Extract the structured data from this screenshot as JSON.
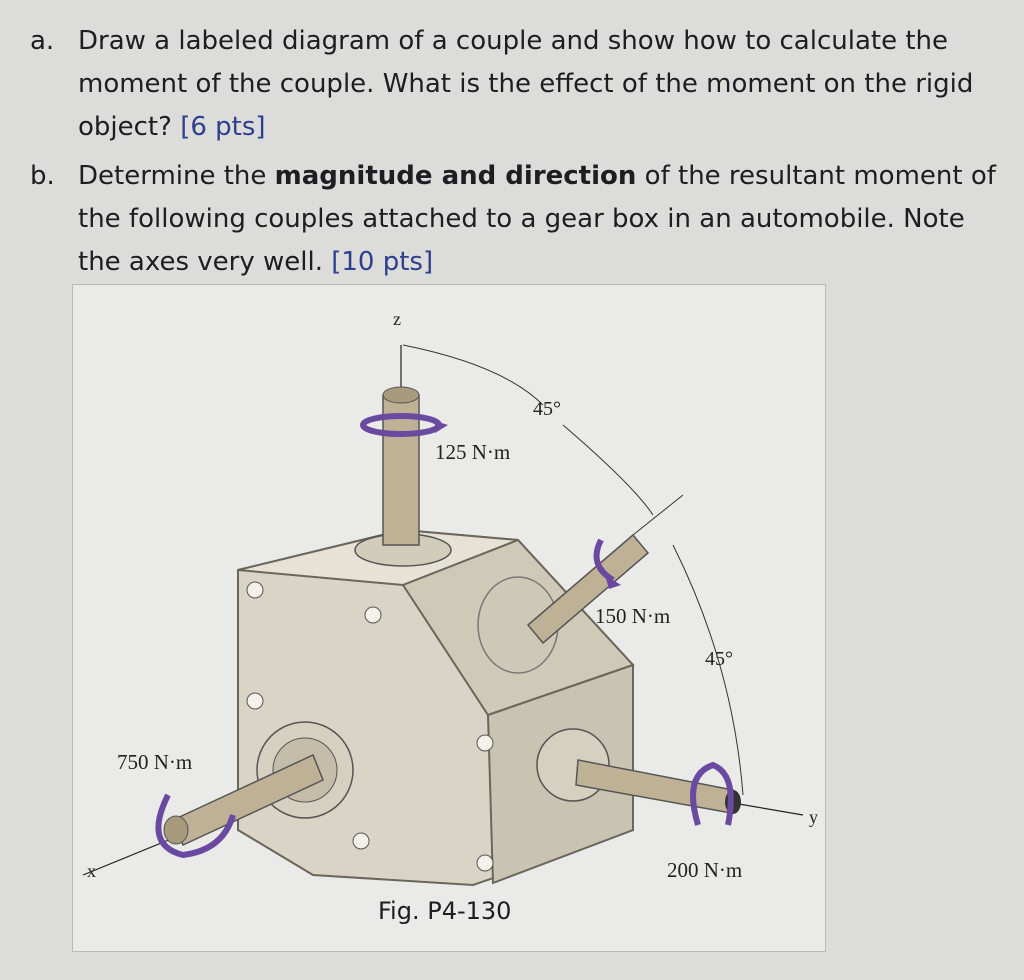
{
  "question_a": {
    "label": "a.",
    "text": "Draw a labeled diagram of a couple and show how to calculate the moment of the couple. What is the effect of the moment on the rigid object?",
    "points": "[6 pts]"
  },
  "question_b": {
    "label": "b.",
    "text_before": "Determine the",
    "bold": "magnitude and direction",
    "text_after": "of the resultant moment of the following couples attached to a gear box in an automobile. Note the axes very well.",
    "points": "[10 pts]"
  },
  "figure": {
    "axis_z": "z",
    "axis_x": "x",
    "axis_y": "y",
    "angle_top": "45°",
    "angle_right": "45°",
    "moment_125": "125 N·m",
    "moment_150": "150 N·m",
    "moment_750": "750 N·m",
    "moment_200": "200 N·m",
    "caption": "Fig. P4-130",
    "colors": {
      "couple_arrow": "#6a4aa0",
      "box": "#d8d3c4",
      "shaft": "#b7a88a"
    }
  }
}
